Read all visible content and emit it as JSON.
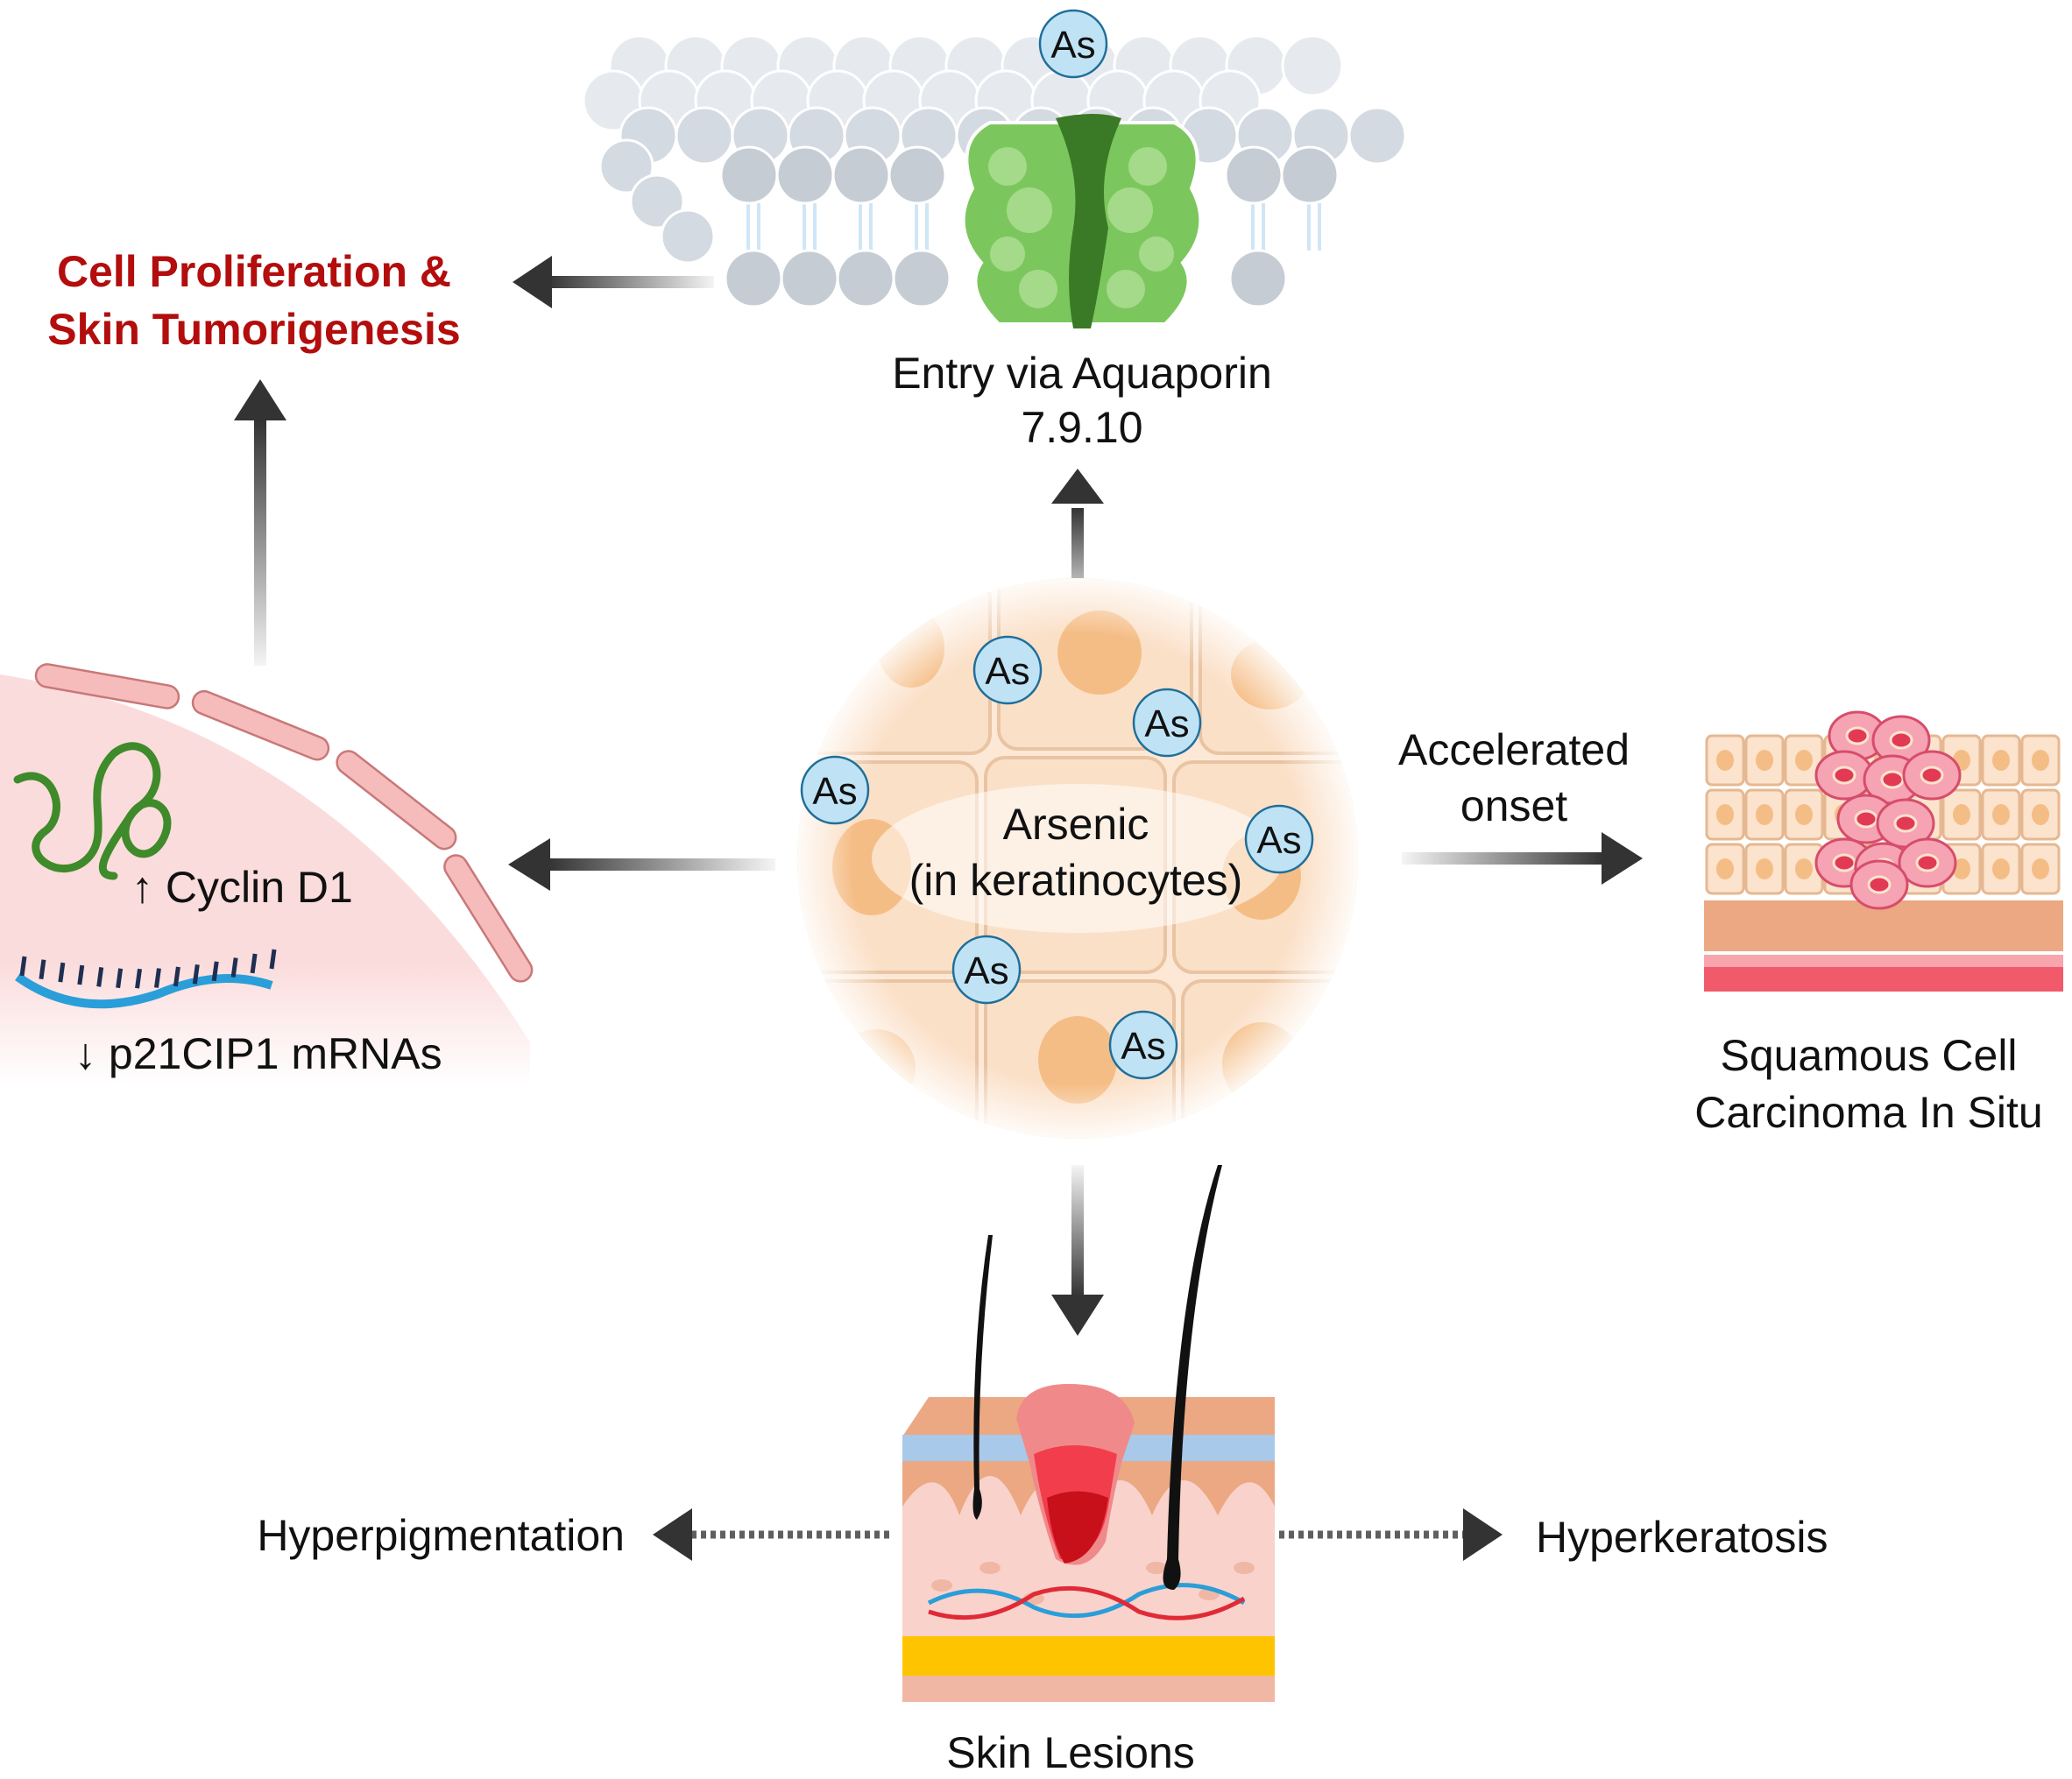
{
  "membrane": {
    "entry_line1": "Entry via Aquaporin",
    "entry_line2": "7.9.10",
    "ion": "As"
  },
  "outcome_top_left": {
    "line1": "Cell Proliferation &",
    "line2": "Skin Tumorigenesis",
    "color": "#b30d0d"
  },
  "center": {
    "line1": "Arsenic",
    "line2": "(in keratinocytes)",
    "ion": "As"
  },
  "gene_panel": {
    "cyclin": "↑ Cyclin D1",
    "p21": "↓ p21CIP1 mRNAs"
  },
  "right_branch": {
    "arrow_line1": "Accelerated",
    "arrow_line2": "onset",
    "result_line1": "Squamous Cell",
    "result_line2": "Carcinoma In Situ"
  },
  "bottom_branch": {
    "result": "Skin Lesions",
    "left": "Hyperpigmentation",
    "right": "Hyperkeratosis"
  },
  "colors": {
    "cell_fill": "#fbe3cd",
    "nucleus": "#f5bd86",
    "ion_fill": "#bfe3f5",
    "aquaporin": "#7cc75d",
    "arrow": "#333333"
  }
}
